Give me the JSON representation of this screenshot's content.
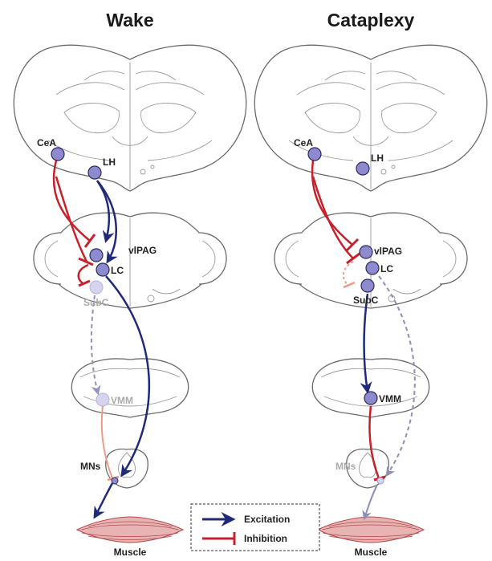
{
  "panels": {
    "wake": {
      "title": "Wake",
      "labels": {
        "cea": "CeA",
        "lh": "LH",
        "vlpag": "vlPAG",
        "lc": "LC",
        "subc": "SubC",
        "vmm": "VMM",
        "mns": "MNs",
        "muscle": "Muscle"
      }
    },
    "cataplexy": {
      "title": "Cataplexy",
      "labels": {
        "cea": "CeA",
        "lh": "LH",
        "vlpag": "vlPAG",
        "lc": "LC",
        "subc": "SubC",
        "vmm": "VMM",
        "mns": "MNs",
        "muscle": "Muscle"
      }
    }
  },
  "legend": {
    "excitation": "Excitation",
    "inhibition": "Inhibition"
  },
  "colors": {
    "excitation": "#1f2a7a",
    "inhibition": "#c8202a",
    "nucleus_active": "#8e8ad0",
    "nucleus_faded": "#d6d3ef",
    "excitation_faded": "#8f93c4",
    "inhibition_faded": "#ec9a8a"
  }
}
